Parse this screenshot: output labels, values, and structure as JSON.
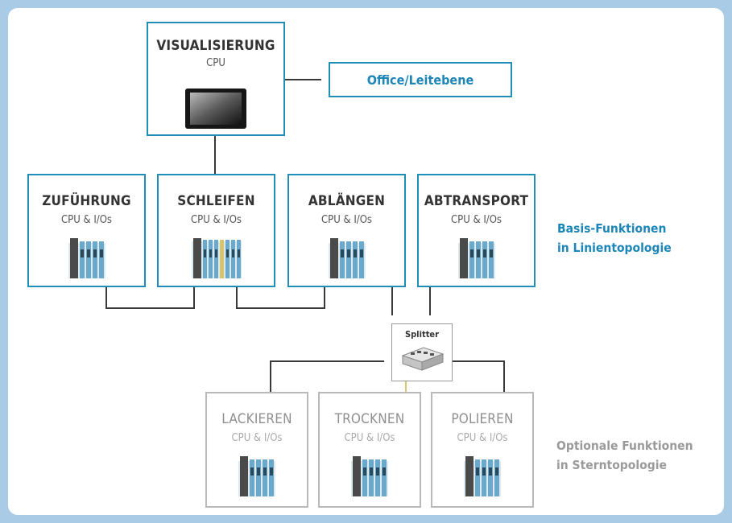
{
  "diagram": {
    "visualization": {
      "title": "VISUALISIERUNG",
      "sub": "CPU"
    },
    "office": {
      "label": "Office/Leitebene"
    },
    "basis_units": [
      {
        "title": "ZUFÜHRUNG",
        "sub": "CPU & I/Os"
      },
      {
        "title": "SCHLEIFEN",
        "sub": "CPU & I/Os"
      },
      {
        "title": "ABLÄNGEN",
        "sub": "CPU & I/Os"
      },
      {
        "title": "ABTRANSPORT",
        "sub": "CPU & I/Os"
      }
    ],
    "basis_label": {
      "line1": "Basis-Funktionen",
      "line2": "in Linientopologie"
    },
    "splitter": {
      "label": "Splitter"
    },
    "optional_units": [
      {
        "title": "LACKIEREN",
        "sub": "CPU & I/Os"
      },
      {
        "title": "TROCKNEN",
        "sub": "CPU & I/Os"
      },
      {
        "title": "POLIEREN",
        "sub": "CPU & I/Os"
      }
    ],
    "optional_label": {
      "line1": "Optionale Funktionen",
      "line2": "in Sterntopologie"
    },
    "colors": {
      "accent_blue": "#1f8fb8",
      "label_blue": "#1c86b8",
      "optional_gray": "#b9b9b9",
      "background": "#a9cbe6"
    }
  }
}
